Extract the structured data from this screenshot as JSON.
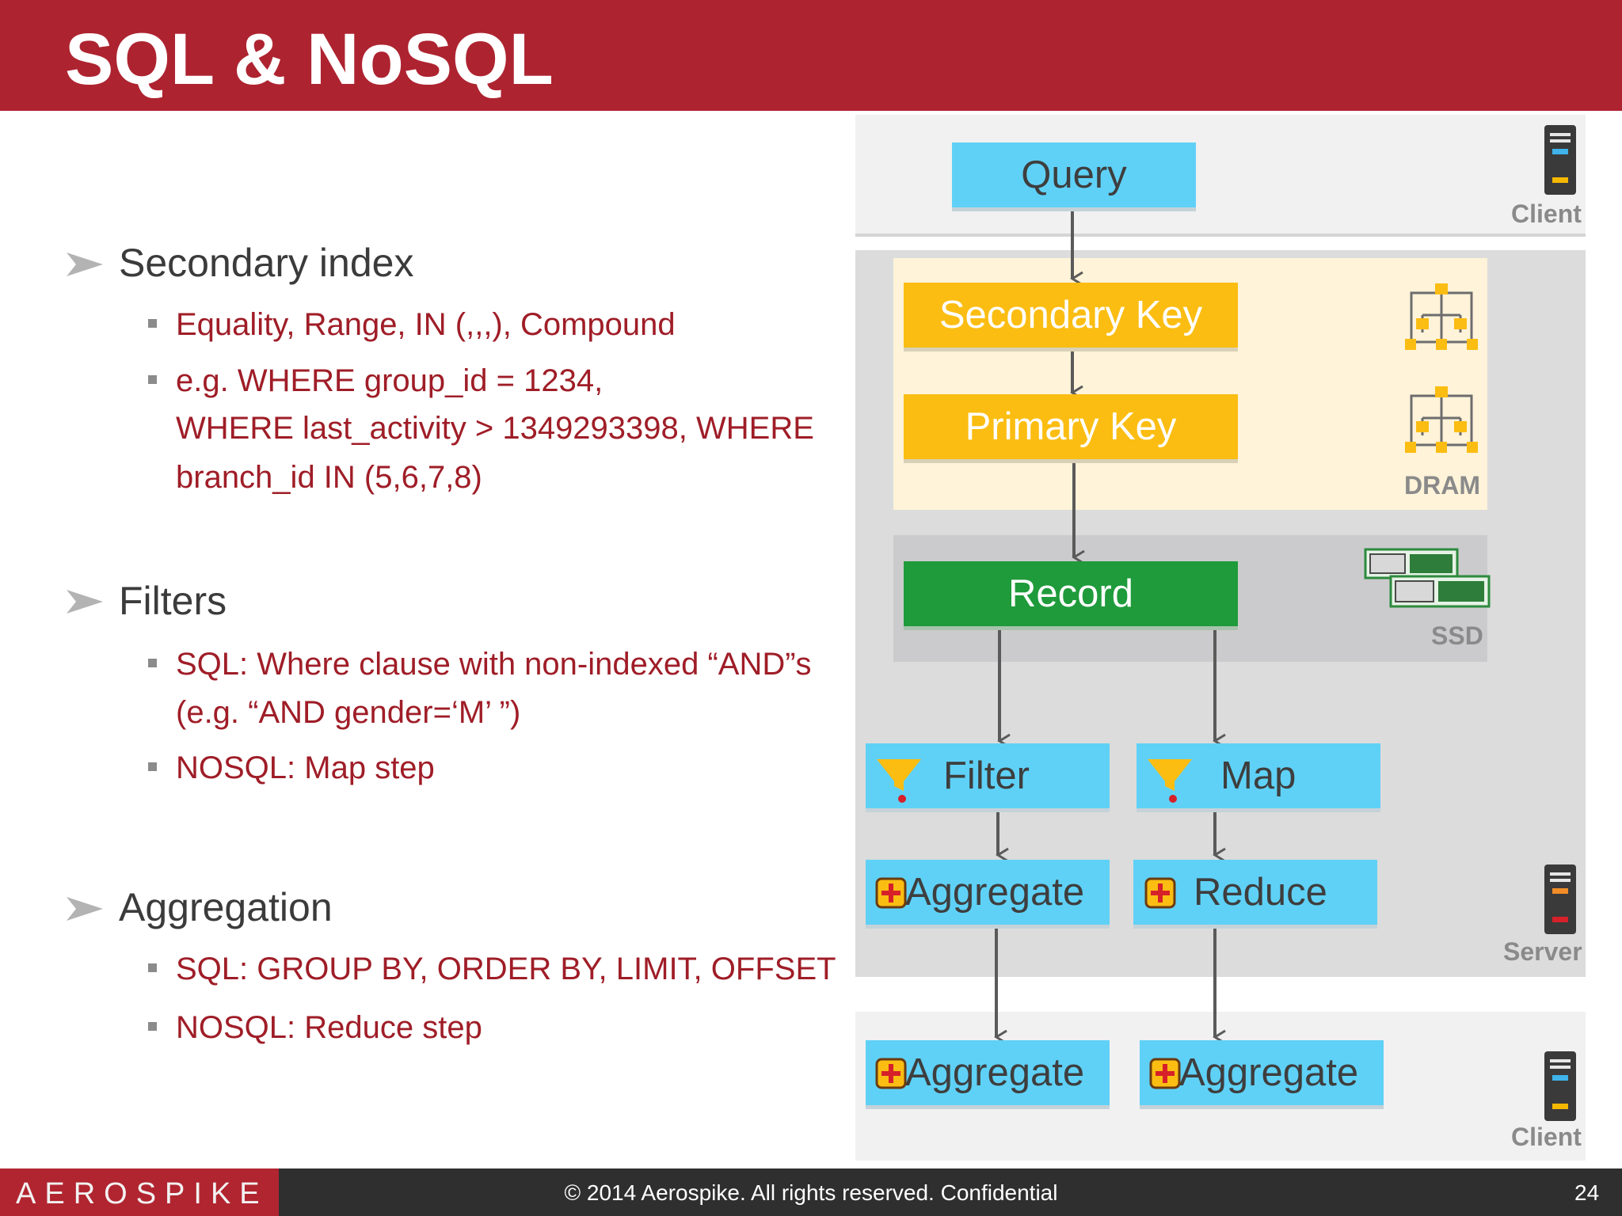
{
  "title": "SQL & NoSQL",
  "bullets": [
    {
      "heading": "Secondary index",
      "items": [
        [
          "Equality, Range, IN (,,,), Compound"
        ],
        [
          "e.g. WHERE group_id = 1234,",
          "WHERE last_activity > 1349293398, WHERE",
          "branch_id IN (5,6,7,8)"
        ]
      ]
    },
    {
      "heading": "Filters",
      "items": [
        [
          "SQL: Where clause with non-indexed “AND”s",
          " (e.g. “AND gender=‘M’ ”)"
        ],
        [
          "NOSQL: Map step"
        ]
      ]
    },
    {
      "heading": "Aggregation",
      "items": [
        [
          "SQL: GROUP BY, ORDER BY, LIMIT, OFFSET"
        ],
        [
          "NOSQL: Reduce step"
        ]
      ]
    }
  ],
  "diagram": {
    "query": "Query",
    "secondary_key": "Secondary Key",
    "primary_key": "Primary Key",
    "record": "Record",
    "filter": "Filter",
    "map": "Map",
    "aggregate_left": "Aggregate",
    "reduce": "Reduce",
    "client_aggregate_left": "Aggregate",
    "client_aggregate_right": "Aggregate",
    "labels": {
      "client_top": "Client",
      "dram": "DRAM",
      "ssd": "SSD",
      "server": "Server",
      "client_bottom": "Client"
    },
    "colors": {
      "blue": "#5fd1f7",
      "yellow": "#fbbd12",
      "green": "#1f9b3b",
      "header_red": "#ae2330"
    }
  },
  "footer": {
    "logo": "AEROSPIKE",
    "copyright": "© 2014 Aerospike.  All rights reserved. Confidential",
    "page": "24"
  }
}
